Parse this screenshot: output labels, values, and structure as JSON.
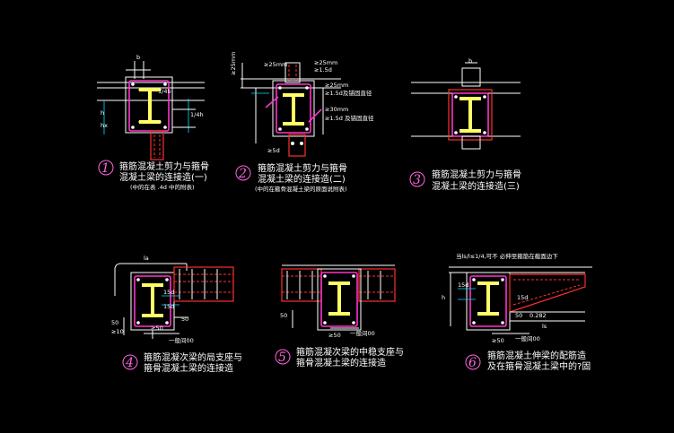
{
  "details": [
    {
      "number": "1",
      "caption_line1": "箍筋混凝土剪力与箍骨",
      "caption_line2": "混凝土梁的连接造(一)",
      "caption_line3": "(中的在表 .4d 中的附表)"
    },
    {
      "number": "2",
      "caption_line1": "箍筋混凝土剪力与箍骨",
      "caption_line2": "混凝土梁的连接造(二)",
      "caption_line3": "(中的在箍骨混凝土梁的原面说附表)"
    },
    {
      "number": "3",
      "caption_line1": "箍筋混凝土剪力与箍骨",
      "caption_line2": "混凝土梁的连接造(三)",
      "caption_line3": ""
    },
    {
      "number": "4",
      "caption_line1": "箍筋混凝次梁的局支座与",
      "caption_line2": "箍骨混凝土梁的连接造",
      "caption_line3": ""
    },
    {
      "number": "5",
      "caption_line1": "箍筋混凝次梁的中稳支座与",
      "caption_line2": "箍骨混凝土梁的连接造",
      "caption_line3": ""
    },
    {
      "number": "6",
      "caption_line1": "箍筋混凝土伸梁的配筋造",
      "caption_line2": "及在箍骨混凝土梁中的?固",
      "caption_line3": ""
    }
  ],
  "dimension_labels": {
    "d1_b": "b",
    "d1_dim1": "1/4b",
    "d1_h": "h",
    "d1_hx": "hx",
    "d1_dim2": "1/4h",
    "d2_25mm": "≥25mm",
    "d2_15d": "≥1.5d",
    "d2_30mm": "≥30mm",
    "d2_rebar": "≥1.5d及锚固直径",
    "d2_rebar2": "≥1.5d 及锚固直径",
    "d2_5d": "≥5d",
    "d2_25mm_left": "≥25mm",
    "d3_b": "b",
    "d4_la": "la",
    "d4_15d": "15d",
    "d4_50": "50",
    "d4_ge50": "≥50",
    "d4_ge10": "≥10",
    "d4_yiban": "一般间00",
    "d5_yiban": "一般间00",
    "d5_ge50": "≥50",
    "d5_50": "50",
    "d6_note": "当ls/l≤1/4,可不  必伸至箍筋在截面边下",
    "d6_h": "h",
    "d6_ls": "ls",
    "d6_15d": "15d",
    "d6_50": "50",
    "d6_0282": "0.282",
    "d6_ge50": "≥50",
    "d6_yiban": "一般间00"
  }
}
